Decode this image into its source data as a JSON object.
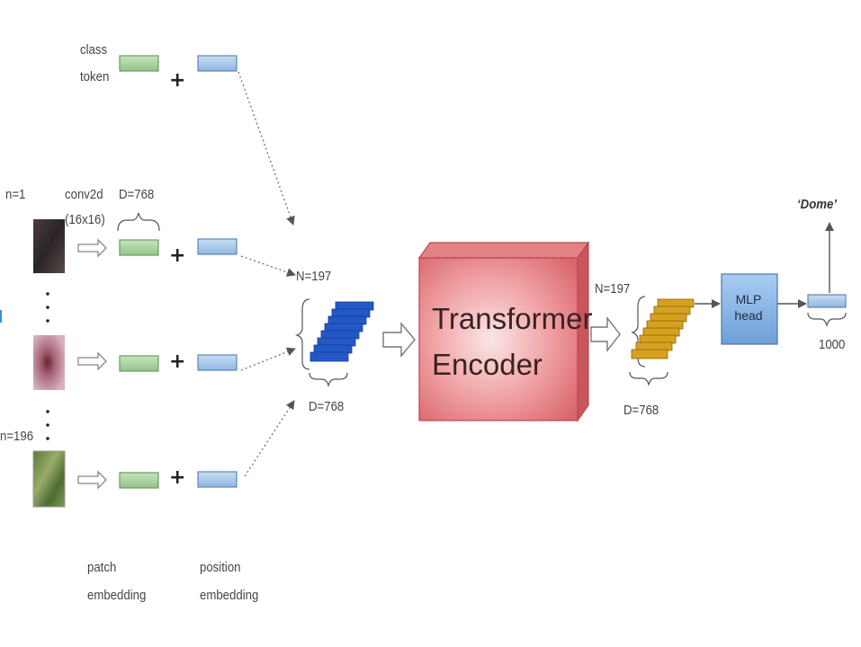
{
  "labels": {
    "class_token": [
      "class",
      "token"
    ],
    "n_first": "n=1",
    "n_last": "n=196",
    "conv2d": [
      "conv2d",
      "(16x16)"
    ],
    "d_patch": "D=768",
    "n_tokens_in": "N=197",
    "d_in": "D=768",
    "encoder": [
      "Transformer",
      "Encoder"
    ],
    "n_tokens_out": "N=197",
    "d_out": "D=768",
    "mlp_head": [
      "MLP",
      "head"
    ],
    "output_size": "1000",
    "prediction": "‘Dome’",
    "patch_embedding": [
      "patch",
      "embedding"
    ],
    "position_embedding": [
      "position",
      "embedding"
    ],
    "plus": "+"
  },
  "colors": {
    "patch_embed": "#a9d3a0",
    "pos_embed": "#a9c9e8",
    "token_stack_in": "#1f4fb8",
    "token_stack_out": "#d9a320",
    "encoder": "#e9878b",
    "mlp_head": "#7fb0e6",
    "arrow": "#555555"
  },
  "icons": [
    "patch-image-1",
    "patch-image-middle",
    "patch-image-196",
    "hollow-arrow",
    "dotted-arrow",
    "brace"
  ]
}
